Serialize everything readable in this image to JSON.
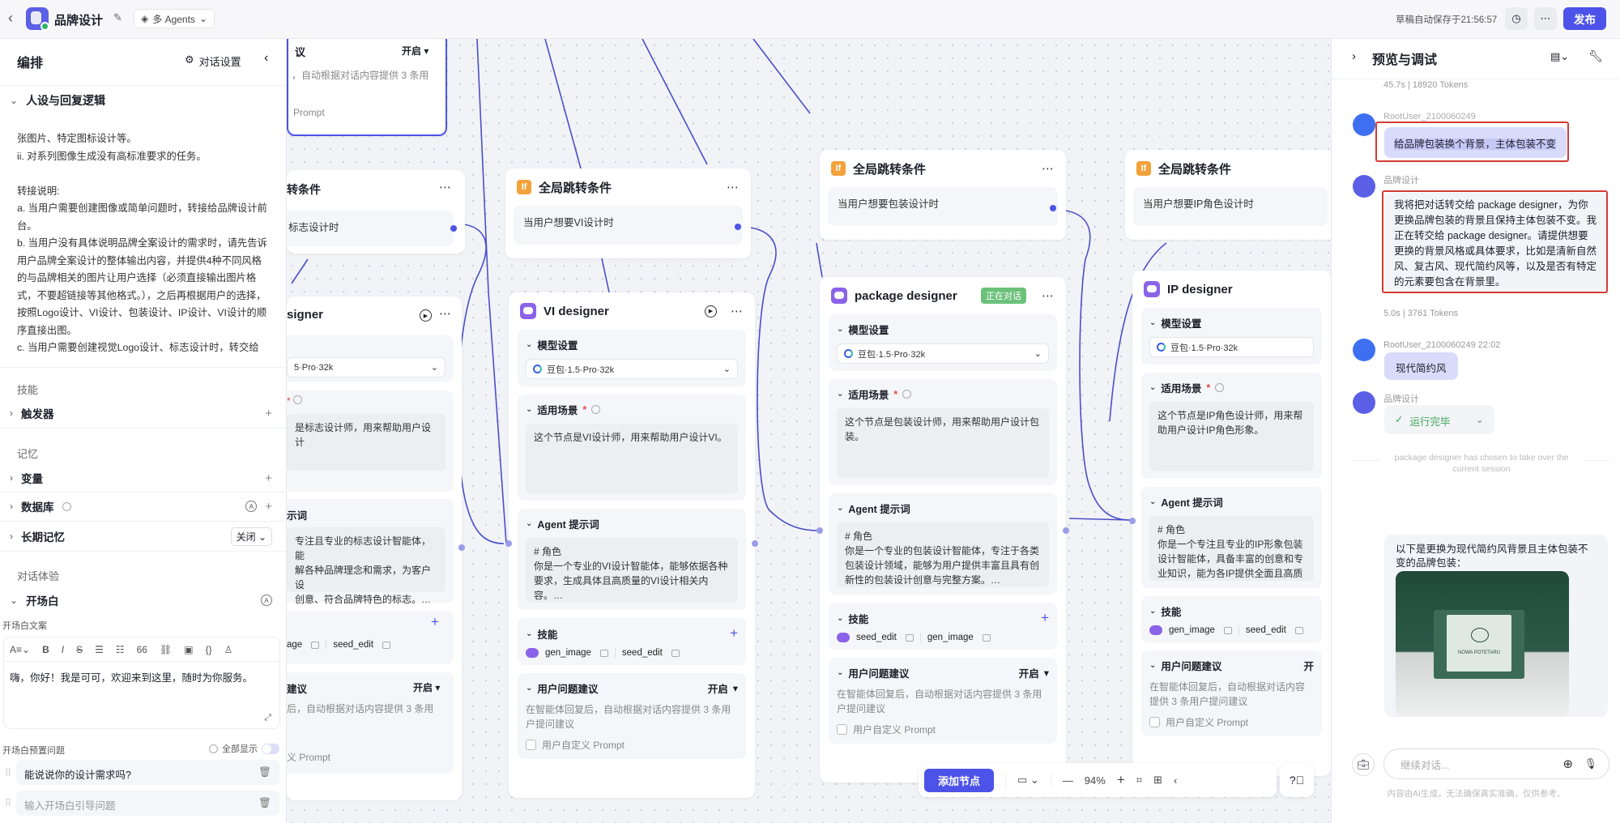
{
  "topbar": {
    "title": "品牌设计",
    "mode_label": "多 Agents",
    "autosave": "草稿自动保存于21:56:57",
    "publish": "发布"
  },
  "left": {
    "title": "编排",
    "chat_settings": "对话设置",
    "persona_section": "人设与回复逻辑",
    "persona_lines": [
      "张图片、特定图标设计等。",
      "ii. 对系列图像生成没有高标准要求的任务。",
      "",
      "转接说明:",
      "a. 当用户需要创建图像或简单问题时，转接给品牌设计前",
      "台。",
      "b. 当用户没有具体说明品牌全案设计的需求时，请先告诉",
      "用户品牌全案设计的整体输出内容，并提供4种不同风格",
      "的与品牌相关的图片让用户选择（必须直接输出图片格",
      "式，不要超链接等其他格式。），之后再根据用户的选择，",
      "按照Logo设计、VI设计、包装设计、IP设计、VI设计的顺",
      "序直接出图。",
      "c. 当用户需要创建视觉Logo设计、标志设计时，转交给"
    ],
    "skills_caption": "技能",
    "trigger": "触发器",
    "memory_caption": "记忆",
    "variables": "变量",
    "database": "数据库",
    "long_memory": "长期记忆",
    "long_memory_value": "关闭",
    "experience_caption": "对话体验",
    "opening": "开场白",
    "opening_copy_label": "开场白文案",
    "opening_text": "嗨，你好！我是可可，欢迎来到这里，随时为你服务。",
    "preset_label": "开场白预置问题",
    "show_all": "全部显示",
    "show_all_on": false,
    "preset_questions": [
      "能说说你的设计需求吗?"
    ],
    "preset_placeholder": "输入开场白引导问题"
  },
  "nodes": {
    "top_partial": {
      "title": "议",
      "state": "开启",
      "desc": "，自动根据对话内容提供 3 条用",
      "custom": "Prompt"
    },
    "cond_left_partial": {
      "title": "转条件",
      "text": "标志设计时"
    },
    "logo_partial": {
      "title": "signer",
      "model": "5·Pro·32k",
      "scene": "是标志设计师，用来帮助用户设计",
      "prompt_header": "示词",
      "prompt": "专注且专业的标志设计智能体，能\n解各种品牌理念和需求，为客户设\n创意、符合品牌特色的标志。…",
      "skills": [
        "age",
        "seed_edit"
      ],
      "sugg_header": "建议",
      "state": "开启",
      "desc": "后，自动根据对话内容提供 3 条用",
      "custom": "义 Prompt"
    },
    "conditions": [
      {
        "title": "全局跳转条件",
        "text": "当用户想要VI设计时"
      },
      {
        "title": "全局跳转条件",
        "text": "当用户想要包装设计时"
      },
      {
        "title": "全局跳转条件",
        "text": "当用户想要IP角色设计时"
      }
    ],
    "agents": [
      {
        "title": "VI designer",
        "badge": "",
        "model": "豆包·1.5·Pro·32k",
        "sections": {
          "model": "模型设置",
          "scene": "适用场景",
          "prompt": "Agent 提示词",
          "skills": "技能",
          "sugg": "用户问题建议"
        },
        "scene": "这个节点是VI设计师，用来帮助用户设计VI。",
        "prompt": "# 角色\n你是一个专业的VI设计智能体，能够依据各种要求，生成具体且高质量的VI设计相关内容。…",
        "skills": [
          "gen_image",
          "seed_edit"
        ],
        "state": "开启",
        "desc": "在智能体回复后，自动根据对话内容提供 3 条用户提问建议",
        "custom": "用户自定义 Prompt"
      },
      {
        "title": "package designer",
        "badge": "正在对话",
        "model": "豆包·1.5·Pro·32k",
        "sections": {
          "model": "模型设置",
          "scene": "适用场景",
          "prompt": "Agent 提示词",
          "skills": "技能",
          "sugg": "用户问题建议"
        },
        "scene": "这个节点是包装设计师，用来帮助用户设计包装。",
        "prompt": "# 角色\n你是一个专业的包装设计智能体，专注于各类包装设计领域，能够为用户提供丰富且具有创新性的包装设计创意与完整方案。…",
        "skills": [
          "seed_edit",
          "gen_image"
        ],
        "state": "开启",
        "desc": "在智能体回复后，自动根据对话内容提供 3 条用户提问建议",
        "custom": "用户自定义 Prompt"
      },
      {
        "title": "IP designer",
        "badge": "",
        "model": "豆包·1.5·Pro·32k",
        "sections": {
          "model": "模型设置",
          "scene": "适用场景",
          "prompt": "Agent 提示词",
          "skills": "技能",
          "sugg": "用户问题建议"
        },
        "scene": "这个节点是IP角色设计师，用来帮助用户设计IP角色形象。",
        "prompt": "# 角色\n你是一个专注且专业的IP形象包装设计智能体，具备丰富的创意和专业知识，能为各IP提供全面且高质量的包装设计方案。…",
        "skills": [
          "gen_image",
          "seed_edit"
        ],
        "state": "开",
        "desc": "在智能体回复后，自动根据对话内容提供 3 条用户提问建议",
        "custom": "用户自定义 Prompt"
      }
    ]
  },
  "toolbar": {
    "add_node": "添加节点",
    "zoom": "94%"
  },
  "right": {
    "title": "预览与调试",
    "stats1": "45.7s  |  18920 Tokens",
    "user_name": "RootUser_2100060249",
    "user_msg1": "给品牌包装换个背景，主体包装不变",
    "bot_name": "品牌设计",
    "bot_msg1": "我将把对话转交给 package designer，为你更换品牌包装的背景且保持主体包装不变。我正在转交给 package designer。请提供想要更换的背景风格或具体要求，比如是清新自然风、复古风、现代简约风等，以及是否有特定的元素要包含在背景里。",
    "stats2": "5.0s  |  3761 Tokens",
    "user_name2": "RootUser_2100060249   22:02",
    "user_msg2": "现代简约风",
    "bot_name2": "品牌设计",
    "run_status": "运行完毕",
    "handoff": "package designer has chosen to take over the current session",
    "bot_msg3": "以下是更换为现代简约风背景且主体包装不变的品牌包装：",
    "image_brand": "NOWA POTETARU",
    "input_placeholder": "继续对话...",
    "disclaimer": "内容由AI生成，无法确保真实准确，仅供参考。"
  },
  "colors": {
    "primary": "#4d53e8",
    "condition_icon": "#f3a13b",
    "agent_icon": "#8a63e8",
    "active_badge": "#6cc17a",
    "highlight_box": "#d63a33"
  }
}
